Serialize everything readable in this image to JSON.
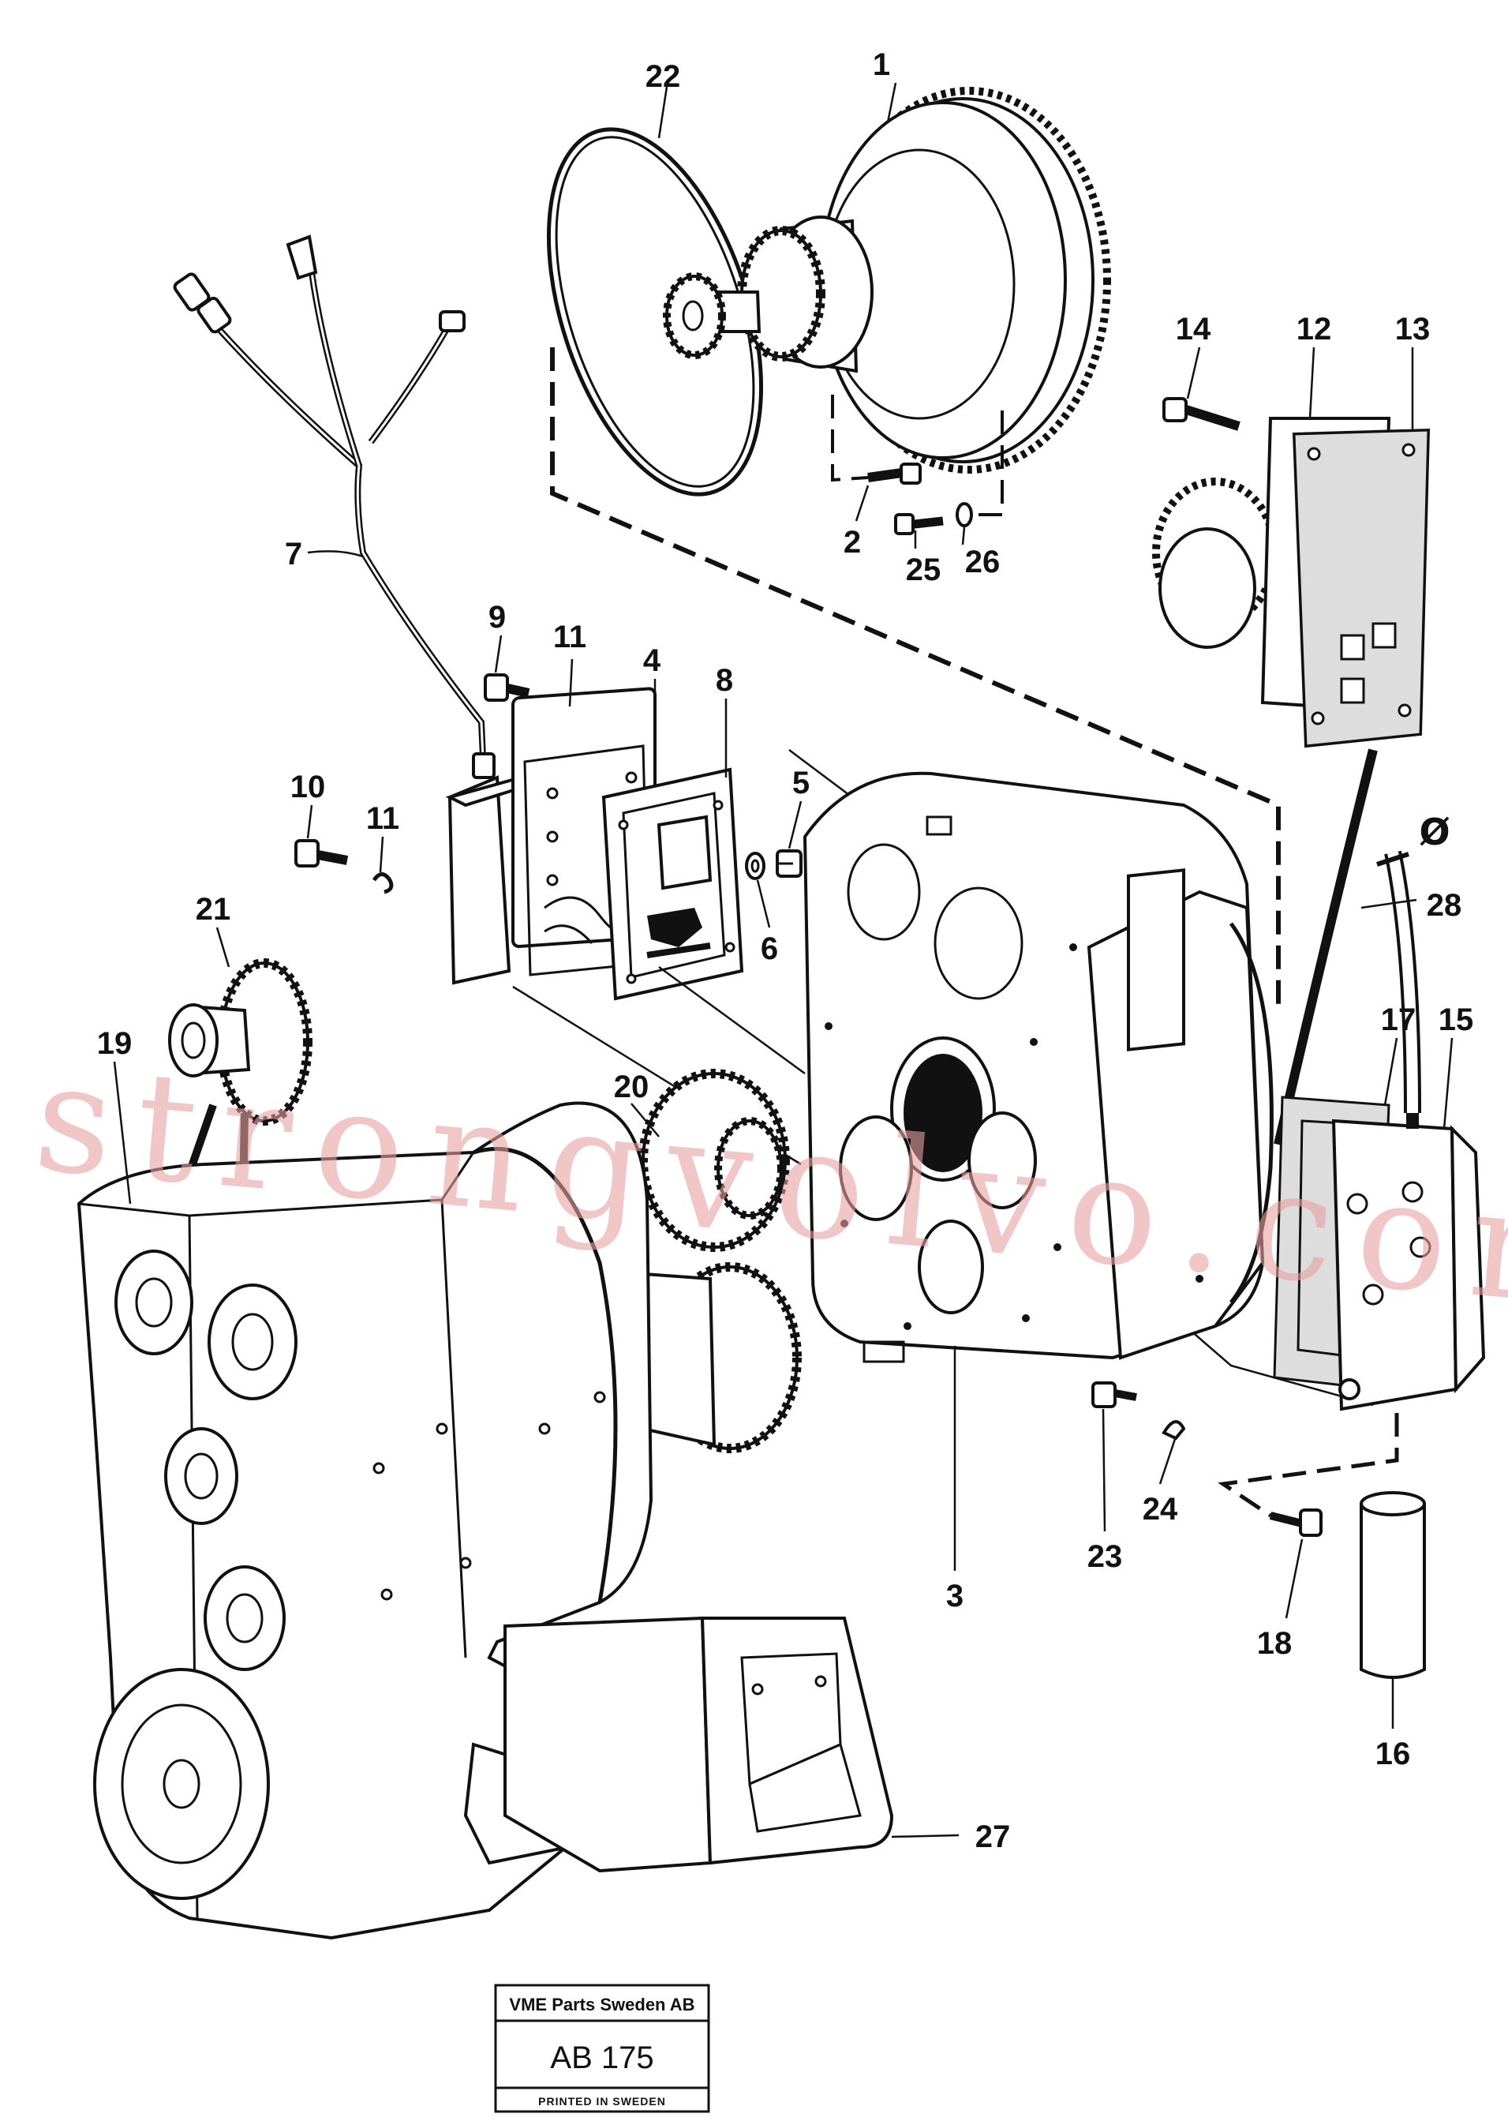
{
  "callouts": {
    "c1": "1",
    "c2": "2",
    "c3": "3",
    "c4": "4",
    "c5": "5",
    "c6": "6",
    "c7": "7",
    "c8": "8",
    "c9": "9",
    "c10": "10",
    "c11a": "11",
    "c11b": "11",
    "c12": "12",
    "c13": "13",
    "c14": "14",
    "c15": "15",
    "c16": "16",
    "c17": "17",
    "c18": "18",
    "c19": "19",
    "c20": "20",
    "c21": "21",
    "c22": "22",
    "c23": "23",
    "c24": "24",
    "c25": "25",
    "c26": "26",
    "c27": "27",
    "c28": "28"
  },
  "symbol": "Ø",
  "watermark": "strongvolvo.com",
  "stamp": {
    "company": "VME Parts Sweden AB",
    "code": "AB 175",
    "printed": "PRINTED IN SWEDEN"
  }
}
